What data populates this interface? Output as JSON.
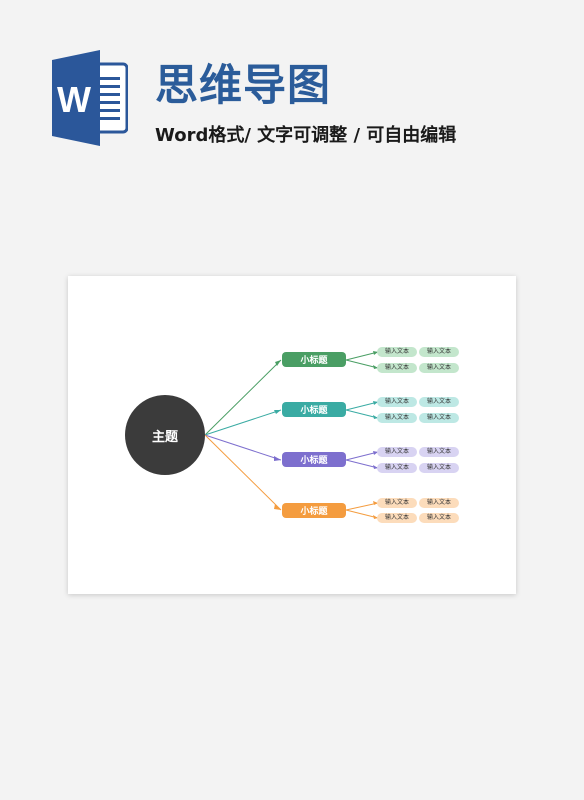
{
  "header": {
    "logo_letter": "W",
    "title": "思维导图",
    "subtitle": "Word格式/ 文字可调整 / 可自由编辑"
  },
  "mindmap": {
    "topic": "主题",
    "branches": [
      {
        "label": "小标题",
        "color": "#4a9e64",
        "leaf_color": "#c3e6cc",
        "leaves": [
          "输入文本",
          "输入文本",
          "输入文本",
          "输入文本"
        ]
      },
      {
        "label": "小标题",
        "color": "#3aaba3",
        "leaf_color": "#bde8e4",
        "leaves": [
          "输入文本",
          "输入文本",
          "输入文本",
          "输入文本"
        ]
      },
      {
        "label": "小标题",
        "color": "#7d6fce",
        "leaf_color": "#d8d3f2",
        "leaves": [
          "输入文本",
          "输入文本",
          "输入文本",
          "输入文本"
        ]
      },
      {
        "label": "小标题",
        "color": "#f49c3f",
        "leaf_color": "#fcdcbb",
        "leaves": [
          "输入文本",
          "输入文本",
          "输入文本",
          "输入文本"
        ]
      }
    ]
  },
  "colors": {
    "title": "#2b5c9a",
    "logo_blue": "#2b579a",
    "topic": "#3b3b3b"
  }
}
